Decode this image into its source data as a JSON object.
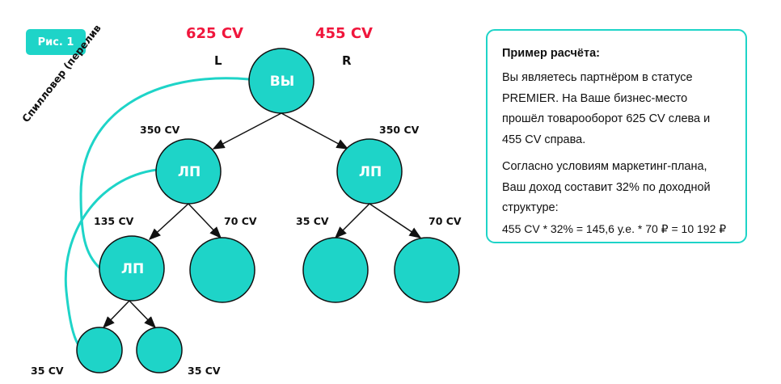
{
  "figure_label": "Рис. 1",
  "totals": {
    "left": "625 CV",
    "right": "455 CV"
  },
  "sides": {
    "left": "L",
    "right": "R"
  },
  "spillover_label": "Спилловер (перелив",
  "nodes": {
    "you": "ВЫ",
    "lp_left": "ЛП",
    "lp_right": "ЛП",
    "lp_level3": "ЛП"
  },
  "volumes": {
    "left_l2": "350 CV",
    "right_l2": "350 CV",
    "ll3": "135 CV",
    "lr3": "70 CV",
    "rl3": "35 CV",
    "rr3": "70 CV",
    "bl4": "35 CV",
    "br4": "35 CV"
  },
  "colors": {
    "teal": "#1ed4c8",
    "red": "#f0163c"
  },
  "example": {
    "title": "Пример расчёта:",
    "p1": "Вы являетесь партнёром в статусе PREMIER. На Ваше бизнес-место прошёл товарооборот 625 CV слева и 455 CV справа.",
    "p2": "Согласно условиям маркетинг-плана, Ваш доход составит 32% по доходной структуре:",
    "formula": "455 CV * 32% = 145,6 у.е. * 70 ₽ = 10 192 ₽"
  }
}
